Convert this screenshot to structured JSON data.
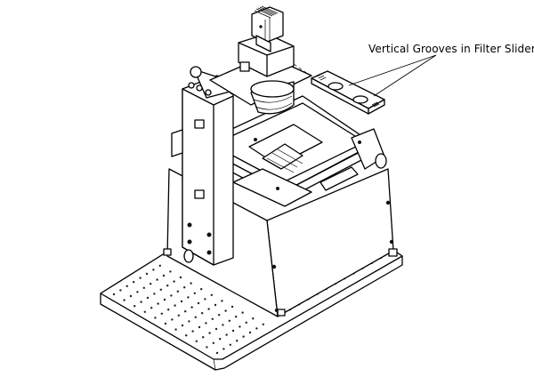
{
  "diagram": {
    "subject": "Isometric line drawing of a microscope rig on a breadboard",
    "annotation": {
      "text": "Vertical Grooves in Filter Slider",
      "leader_lines": 2,
      "points_to": "filter-slider"
    },
    "components": [
      "camera-heatsink",
      "camera-mount",
      "objective-lens",
      "filter-slider",
      "vertical-column",
      "xy-stage",
      "stage-enclosure",
      "optical-breadboard"
    ],
    "colors": {
      "line": "#000000",
      "background": "#ffffff"
    }
  }
}
